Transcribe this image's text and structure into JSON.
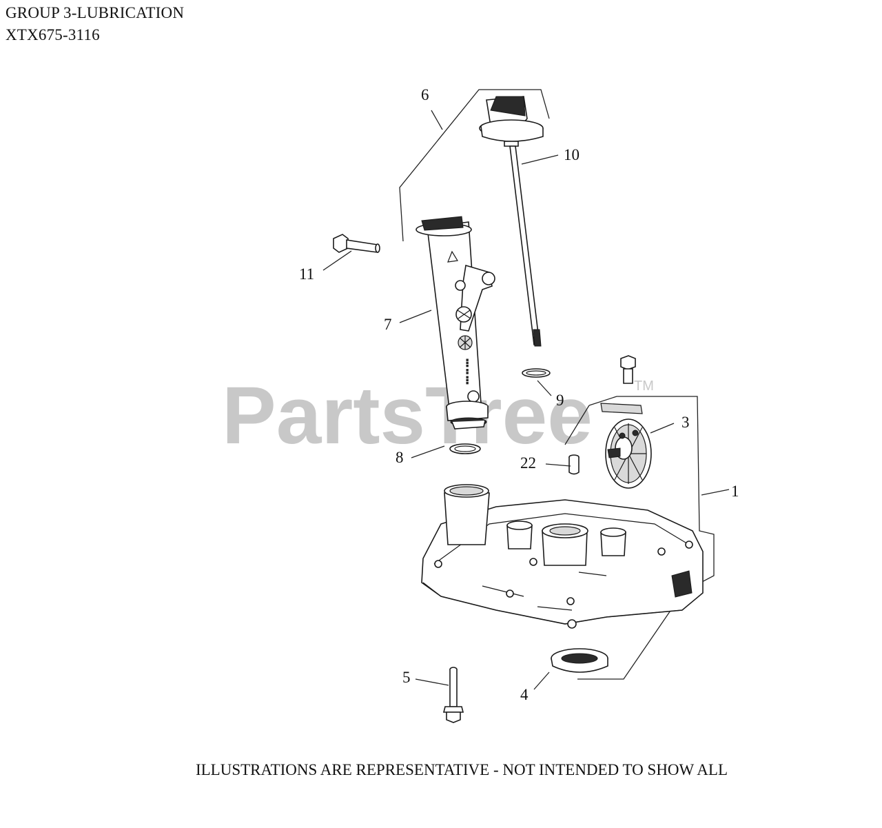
{
  "header": {
    "group": "GROUP 3-LUBRICATION",
    "model": "XTX675-3116"
  },
  "watermark": {
    "brand": "PartsTree",
    "trademark": "TM"
  },
  "callouts": [
    {
      "id": "1",
      "label": "1"
    },
    {
      "id": "3",
      "label": "3"
    },
    {
      "id": "4",
      "label": "4"
    },
    {
      "id": "5",
      "label": "5"
    },
    {
      "id": "6",
      "label": "6"
    },
    {
      "id": "7",
      "label": "7"
    },
    {
      "id": "8",
      "label": "8"
    },
    {
      "id": "9",
      "label": "9"
    },
    {
      "id": "10",
      "label": "10"
    },
    {
      "id": "11",
      "label": "11"
    },
    {
      "id": "22",
      "label": "22"
    }
  ],
  "footer": {
    "disclaimer": "ILLUSTRATIONS ARE REPRESENTATIVE - NOT INTENDED TO SHOW ALL"
  }
}
